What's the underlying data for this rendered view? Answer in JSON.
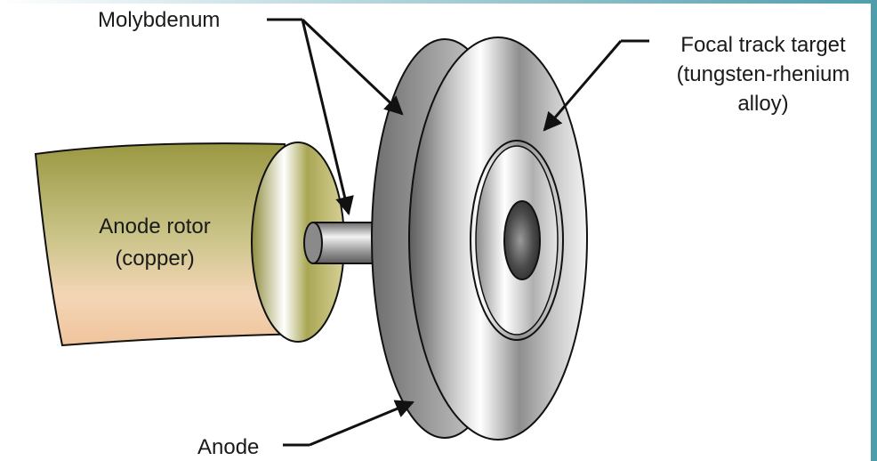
{
  "labels": {
    "molybdenum": "Molybdenum",
    "focal_line1": "Focal track target",
    "focal_line2": "(tungsten-rhenium",
    "focal_line3": "alloy)",
    "rotor_line1": "Anode rotor",
    "rotor_line2": "(copper)",
    "anode": "Anode"
  },
  "colors": {
    "frame_teal": "#5aa6b2",
    "rotor_yellow": "#9c9a45",
    "rotor_peach": "#f1c9a4",
    "metal_dark": "#5c5c5c",
    "metal_light": "#ffffff",
    "outline": "#111111"
  }
}
